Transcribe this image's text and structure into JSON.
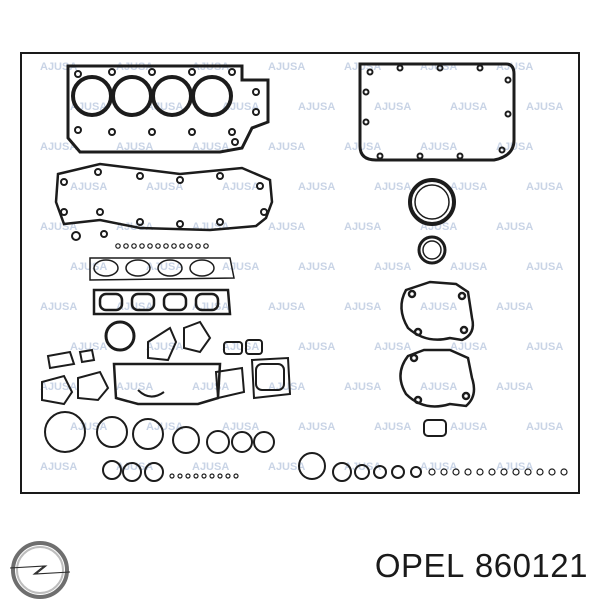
{
  "caption": {
    "brand": "OPEL",
    "part_number": "860121"
  },
  "image": {
    "subject": "gasket-kit",
    "watermark_text": "AJUSA"
  },
  "logo": {
    "icon": "opel-blitz-logo"
  },
  "colors": {
    "line": "#1c1c1c",
    "watermark": "#c9d4e6",
    "frame": "#1a1a1a"
  }
}
